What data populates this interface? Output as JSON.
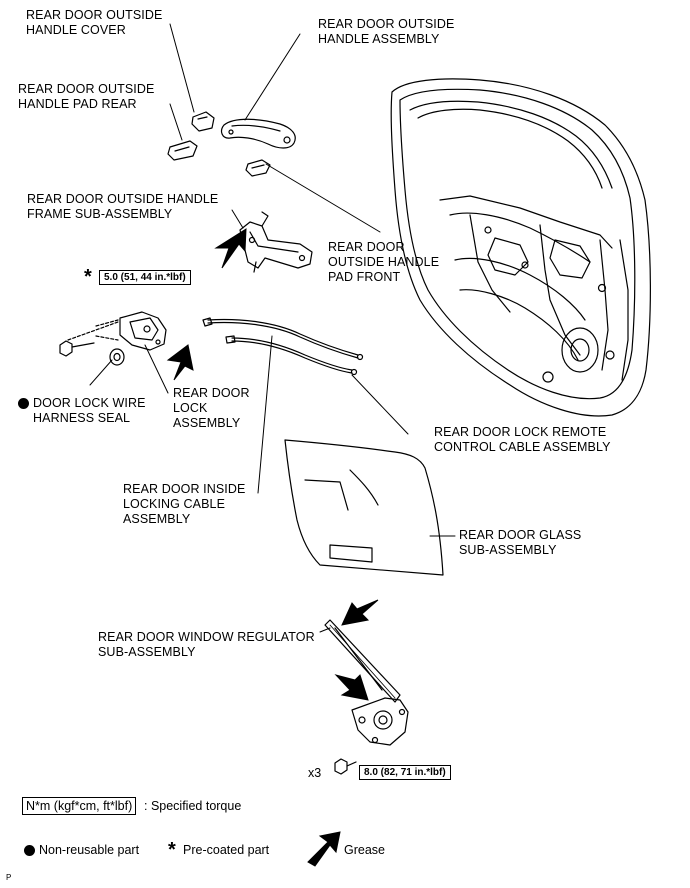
{
  "labels": {
    "outside_handle_cover": "REAR DOOR OUTSIDE\nHANDLE COVER",
    "outside_handle_assembly": "REAR DOOR OUTSIDE\nHANDLE ASSEMBLY",
    "outside_handle_pad_rear": "REAR DOOR OUTSIDE\nHANDLE PAD REAR",
    "outside_handle_frame": "REAR DOOR OUTSIDE HANDLE\nFRAME SUB-ASSEMBLY",
    "outside_handle_pad_front": "REAR DOOR\nOUTSIDE HANDLE\nPAD FRONT",
    "door_lock_wire_seal": "DOOR LOCK WIRE\nHARNESS SEAL",
    "door_lock_assembly": "REAR DOOR\nLOCK\nASSEMBLY",
    "lock_remote_cable": "REAR DOOR LOCK REMOTE\nCONTROL CABLE ASSEMBLY",
    "inside_locking_cable": "REAR DOOR INSIDE\nLOCKING CABLE\nASSEMBLY",
    "door_glass": "REAR DOOR GLASS\nSUB-ASSEMBLY",
    "window_regulator": "REAR DOOR WINDOW REGULATOR\nSUB-ASSEMBLY"
  },
  "torques": {
    "lock_bolt": "5.0 (51, 44 in.*lbf)",
    "regulator_bolt": "8.0 (82, 71 in.*lbf)"
  },
  "quantity": "x3",
  "legend": {
    "torque_unit": "N*m (kgf*cm, ft*lbf)",
    "torque_desc": ": Specified torque",
    "nonreusable": "Non-reusable part",
    "precoated": "Pre-coated part",
    "grease": "Grease"
  },
  "symbols": {
    "star": "*"
  },
  "corner_mark": "P"
}
